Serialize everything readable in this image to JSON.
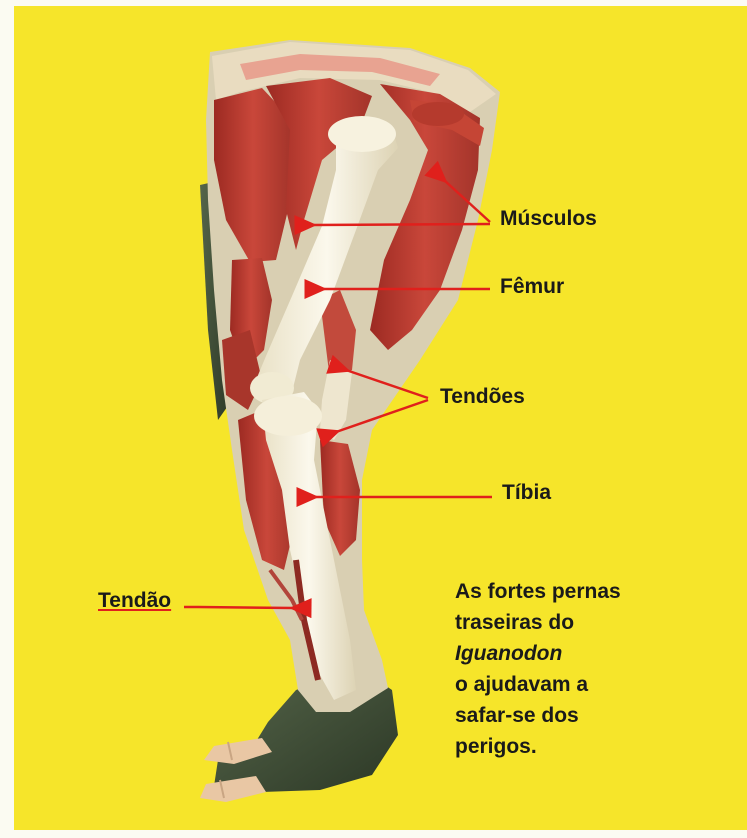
{
  "labels": {
    "musculos": "Músculos",
    "femur": "Fêmur",
    "tendoes": "Tendões",
    "tibia": "Tíbia",
    "tendao": "Tendão"
  },
  "caption": {
    "line1": "As fortes pernas",
    "line2": "traseiras do",
    "line3": "Iguanodon",
    "line4": "o ajudavam a",
    "line5": "safar-se dos",
    "line6": "perigos."
  },
  "colors": {
    "background": "#f6e52a",
    "arrow": "#e0201c",
    "muscle": "#b83a2e",
    "bone": "#f4efdc",
    "skin": "#3c4a34"
  }
}
